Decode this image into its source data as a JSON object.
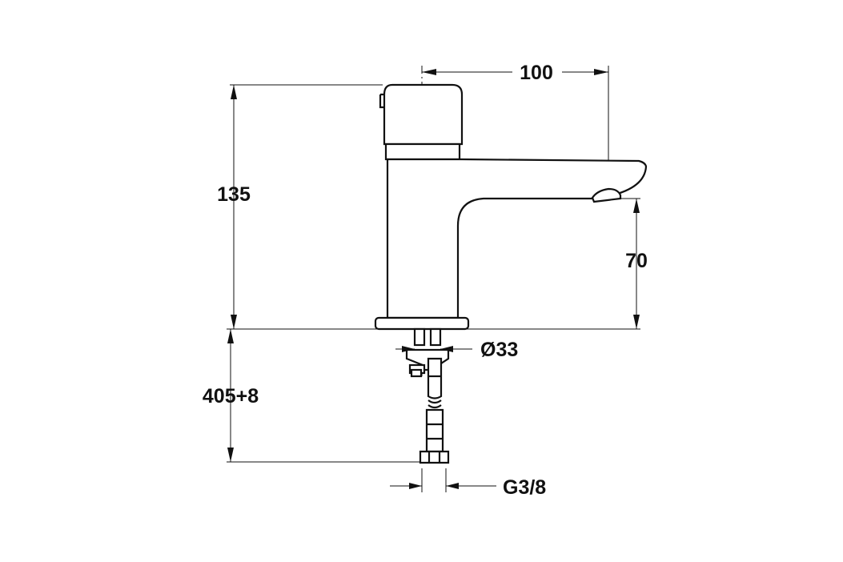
{
  "dimensions": {
    "spout_reach": "100",
    "total_height": "135",
    "spout_height": "70",
    "body_diameter": "Ø33",
    "hose_length": "405+8",
    "connection_thread": "G3/8"
  },
  "colors": {
    "line": "#111111",
    "background": "#ffffff"
  }
}
